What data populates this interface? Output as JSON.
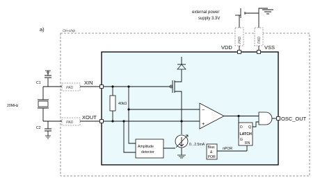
{
  "figure": {
    "panel_label": "a)",
    "onchip_label": "On-chip",
    "power_label_line1": "external power",
    "power_label_line2": "supply 3.3V"
  },
  "pins": {
    "vdd": "VDD",
    "vss": "VSS",
    "xin": "XIN",
    "xout": "XOUT",
    "osc_out": "OSC_OUT"
  },
  "pads": {
    "pad_label": "PAD"
  },
  "components": {
    "c1": "C1",
    "c2": "C2",
    "crystal": "20MHz",
    "resistor": "40kΩ",
    "current_source": "0...2.5mA",
    "amp_det_line1": "Amplitude",
    "amp_det_line2": "detector",
    "latch": "LATCH",
    "latch_d": "D",
    "latch_q": "Q",
    "latch_g": "G",
    "latch_rn": "RN",
    "bias_line1": "Bias",
    "bias_line2": "&",
    "bias_line3": "POR",
    "npor": "nPOR",
    "opamp_minus": "−",
    "opamp_plus": "+"
  },
  "colors": {
    "core_fill": "#eaf9fb",
    "pad_stroke": "#888888"
  }
}
